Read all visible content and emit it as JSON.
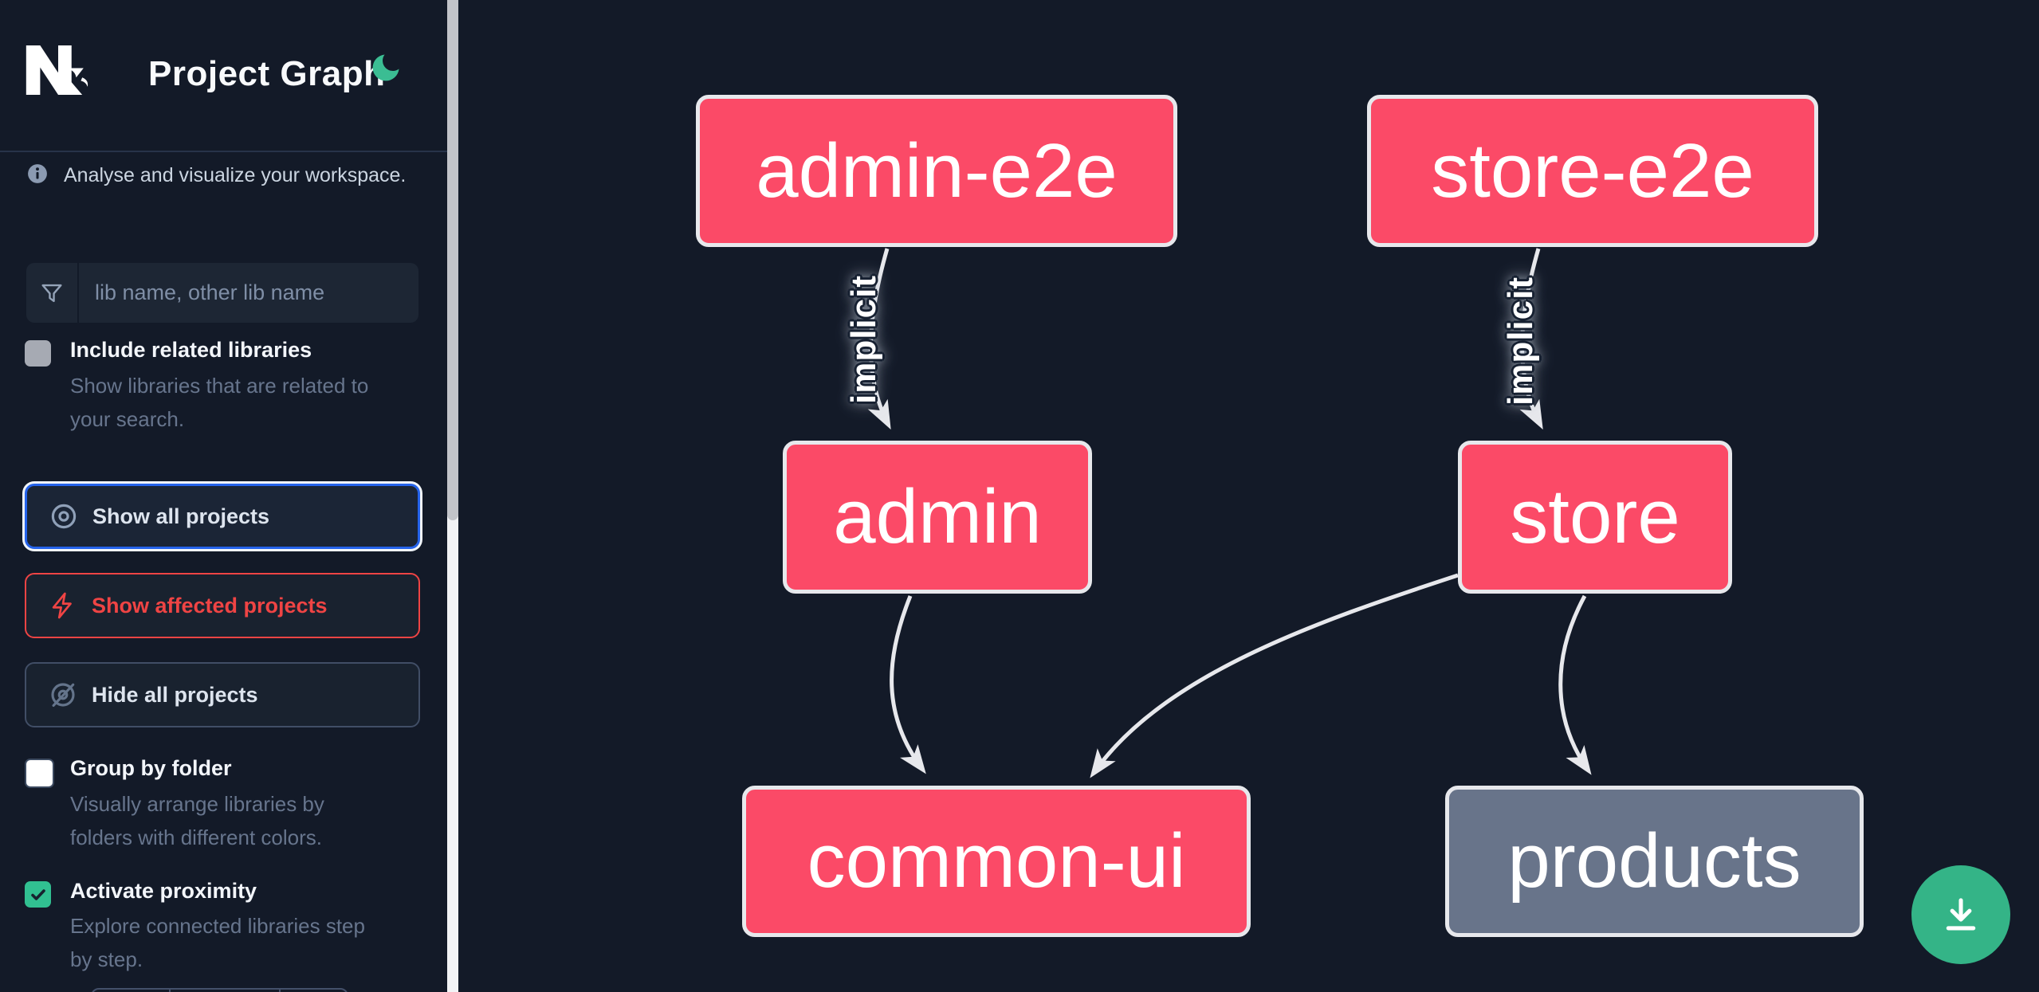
{
  "header": {
    "title": "Project Graph"
  },
  "sidebar": {
    "tagline": "Analyse and visualize your workspace.",
    "search": {
      "placeholder": "lib name, other lib name"
    },
    "focus_buttons": [
      {
        "label": "Show all projects",
        "state": "selected"
      },
      {
        "label": "Show affected projects",
        "state": "affected"
      },
      {
        "label": "Hide all projects",
        "state": "default"
      }
    ],
    "options": [
      {
        "label": "Include related libraries",
        "description": "Show libraries that are related to your search.",
        "checked": false,
        "disabled": true
      },
      {
        "label": "Group by folder",
        "description": "Visually arrange libraries by folders with different colors.",
        "checked": false,
        "disabled": false
      },
      {
        "label": "Activate proximity",
        "description": "Explore connected libraries step by step.",
        "checked": true,
        "disabled": false
      }
    ]
  },
  "graph": {
    "nodes": [
      {
        "id": "admin-e2e",
        "label": "admin-e2e",
        "color": "pink"
      },
      {
        "id": "store-e2e",
        "label": "store-e2e",
        "color": "pink"
      },
      {
        "id": "admin",
        "label": "admin",
        "color": "pink"
      },
      {
        "id": "store",
        "label": "store",
        "color": "pink"
      },
      {
        "id": "common-ui",
        "label": "common-ui",
        "color": "pink"
      },
      {
        "id": "products",
        "label": "products",
        "color": "gray"
      }
    ],
    "edges": [
      {
        "source": "admin-e2e",
        "target": "admin",
        "label": "implicit"
      },
      {
        "source": "store-e2e",
        "target": "store",
        "label": "implicit"
      },
      {
        "source": "admin",
        "target": "common-ui",
        "label": ""
      },
      {
        "source": "store",
        "target": "common-ui",
        "label": ""
      },
      {
        "source": "store",
        "target": "products",
        "label": ""
      }
    ]
  },
  "colors": {
    "background": "#131a28",
    "node_pink": "#fb4a67",
    "node_gray": "#68748a",
    "node_border": "#e7e8ec",
    "edge": "#e7e8ec",
    "accent_green": "#31c091",
    "focus_blue": "#2563eb",
    "affected_red": "#ef4444"
  }
}
